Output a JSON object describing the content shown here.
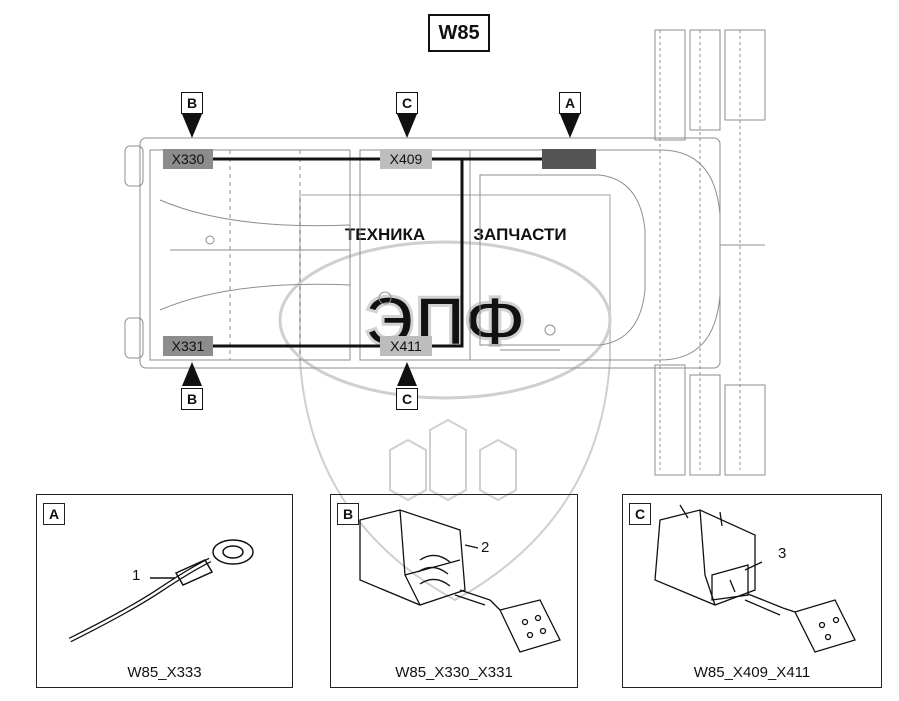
{
  "title": "W85",
  "watermark": {
    "left": "ТЕХНИКА",
    "right": "ЗАПЧАСТИ",
    "logo": "ЭПФ"
  },
  "connectors": {
    "x330": "X330",
    "x331": "X331",
    "x409": "X409",
    "x411": "X411",
    "x333": ""
  },
  "markers": {
    "top_b": "B",
    "top_c": "C",
    "top_a": "A",
    "bottom_b": "B",
    "bottom_c": "C"
  },
  "panels": {
    "a": {
      "tag": "A",
      "caption": "W85_X333",
      "callout": "1"
    },
    "b": {
      "tag": "B",
      "caption": "W85_X330_X331",
      "callout": "2"
    },
    "c": {
      "tag": "C",
      "caption": "W85_X409_X411",
      "callout": "3"
    }
  },
  "colors": {
    "line": "#111111",
    "connector_fill": "#8c8c8c",
    "faint": "#9a9a9a",
    "watermark": "#c8c8c8"
  }
}
